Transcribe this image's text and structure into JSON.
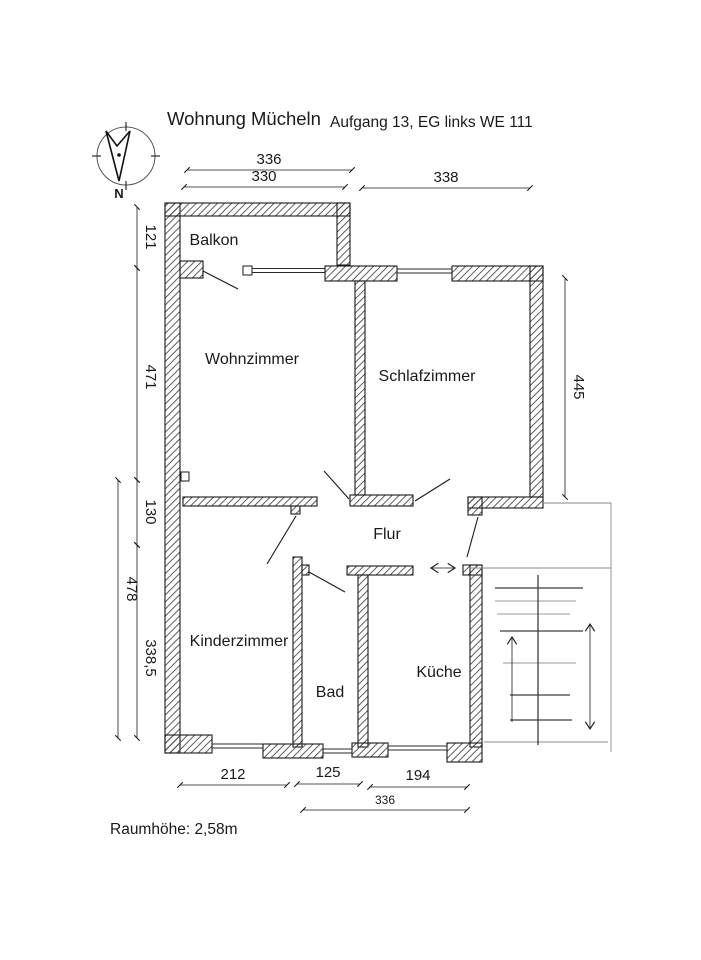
{
  "header": {
    "title": "Wohnung Mücheln",
    "subtitle": "Aufgang 13, EG links WE 111"
  },
  "compass": {
    "north_label": "N"
  },
  "rooms": {
    "balkon": "Balkon",
    "wohnzimmer": "Wohnzimmer",
    "schlafzimmer": "Schlafzimmer",
    "flur": "Flur",
    "kinderzimmer": "Kinderzimmer",
    "bad": "Bad",
    "kueche": "Küche"
  },
  "dimensions_cm": {
    "top_balkon_outer": "336",
    "top_balkon_inner": "330",
    "top_schlafzimmer": "338",
    "left_balkon": "121",
    "left_wohnzimmer": "471",
    "left_flur": "130",
    "left_kinderzimmer": "338,5",
    "left_lower_total": "478",
    "right_schlafzimmer": "445",
    "bottom_kinderzimmer": "212",
    "bottom_bad": "125",
    "bottom_kueche": "194",
    "bottom_total": "336"
  },
  "footer": {
    "room_height": "Raumhöhe: 2,58m"
  },
  "colors": {
    "line": "#1a1a1a",
    "hatch": "#4a4a4a",
    "background": "#ffffff"
  }
}
